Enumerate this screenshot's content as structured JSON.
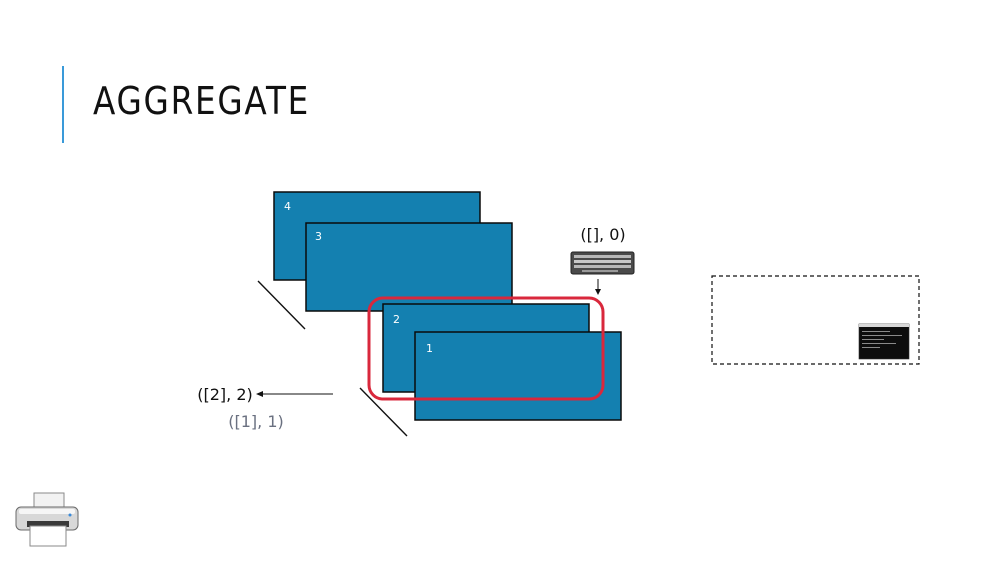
{
  "slide": {
    "title": "AGGREGATE"
  },
  "diagram": {
    "windows": [
      {
        "label": "4"
      },
      {
        "label": "3"
      },
      {
        "label": "2"
      },
      {
        "label": "1"
      }
    ],
    "input_state": "([], 0)",
    "output_state": "([2], 2)",
    "previous_state": "([1], 1)",
    "icons": [
      "keyboard-icon",
      "terminal-icon",
      "printer-icon"
    ],
    "colors": {
      "window_fill": "#1480b0",
      "window_stroke": "#0a0a0a",
      "highlight": "#d9283c",
      "accent": "#3a9ad9",
      "previous_text": "#6a7080"
    }
  }
}
